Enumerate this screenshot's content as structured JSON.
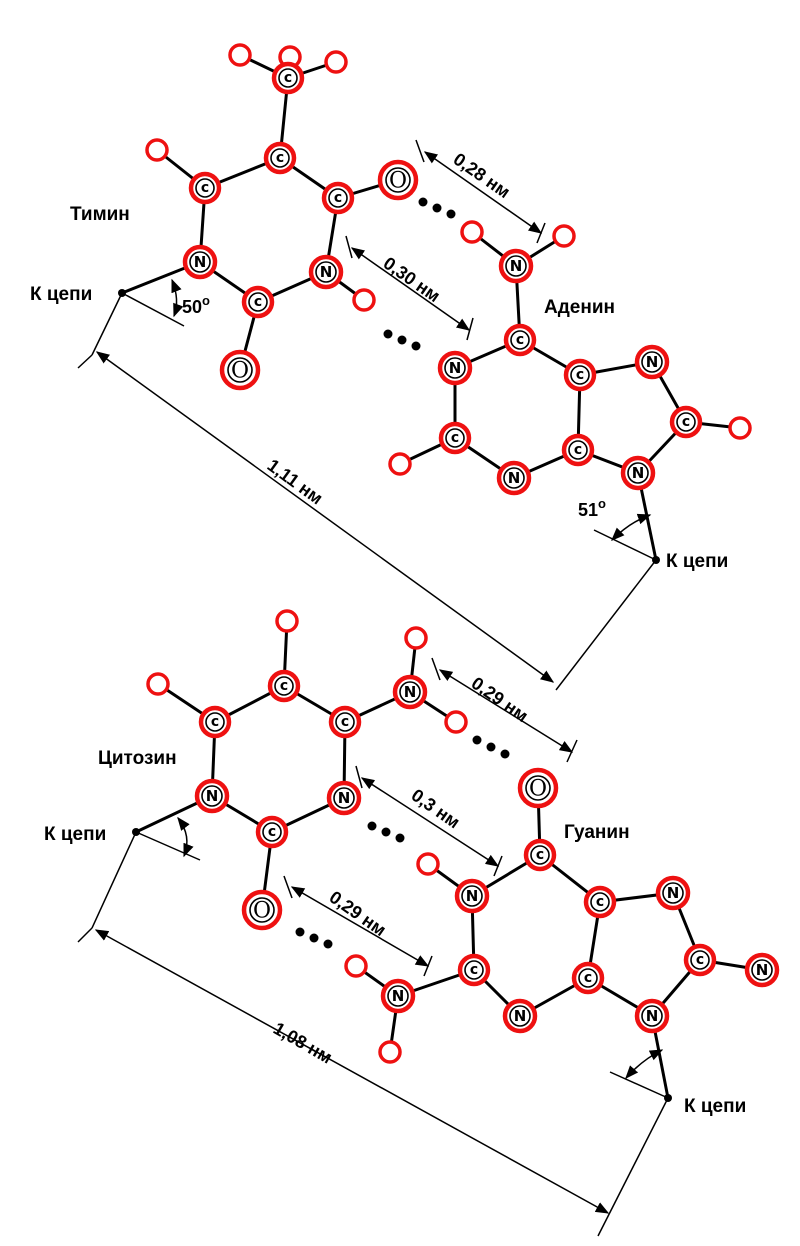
{
  "pair1": {
    "thymine_label": "Тимин",
    "adenine_label": "Аденин",
    "chain_left": "К цепи",
    "chain_right": "К цепи",
    "angle_left": "50",
    "angle_right": "51",
    "degree": "o",
    "dist_top": "0,28 нм",
    "dist_mid": "0,30 нм",
    "dist_total": "1,11 нм"
  },
  "pair2": {
    "cytosine_label": "Цитозин",
    "guanine_label": "Гуанин",
    "chain_left": "К цепи",
    "chain_right": "К цепи",
    "dist_top": "0,29 нм",
    "dist_mid": "0,3 нм",
    "dist_bottom": "0,29 нм",
    "dist_total": "1,08 нм"
  },
  "atoms": {
    "carbon": "c",
    "nitrogen": "N",
    "oxygen": "O"
  },
  "colors": {
    "atom_ring": "#ee1111",
    "bond": "#000000"
  }
}
